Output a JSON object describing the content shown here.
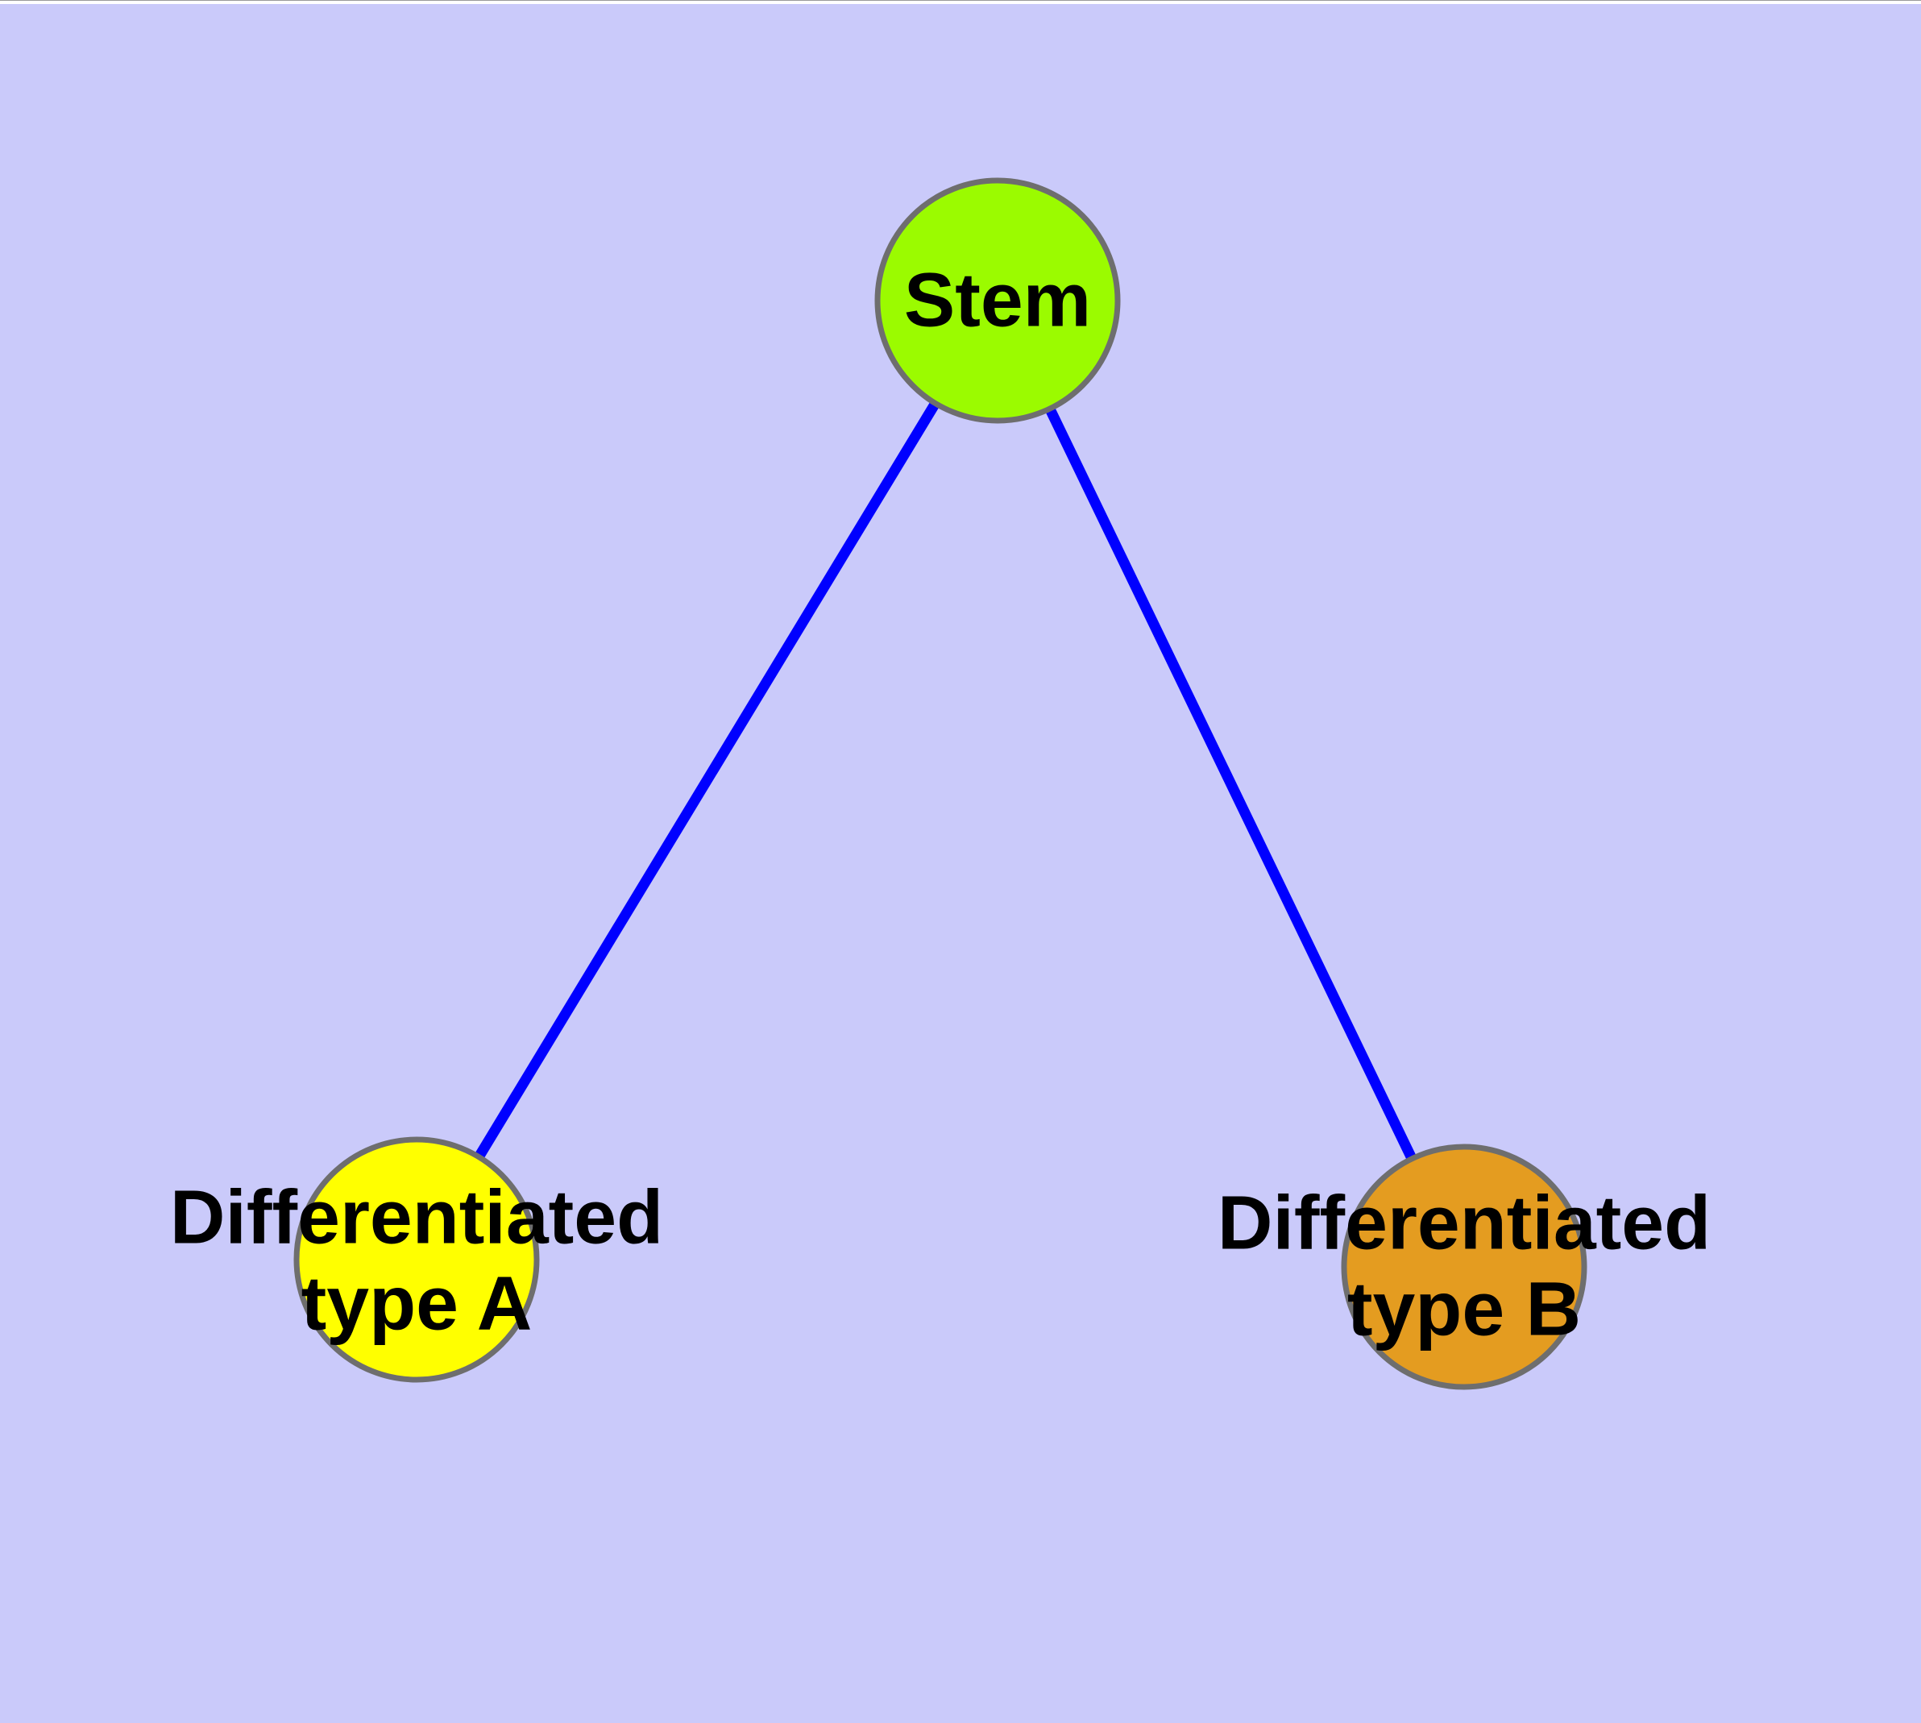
{
  "diagram": {
    "type": "node-link-graph",
    "background_color": "#CACAFA",
    "top_margin_color": "#FFFFFF",
    "text_color": "#000000",
    "node_border_color": "#6E6E6E",
    "nodes": [
      {
        "id": "stem",
        "label": "Stem",
        "fill": "#9BFB00",
        "border": "#6E6E6E"
      },
      {
        "id": "type-a",
        "label": "Differentiated\ntype A",
        "fill": "#FFFF00",
        "border": "#6E6E6E"
      },
      {
        "id": "type-b",
        "label": "Differentiated\ntype B",
        "fill": "#E49C20",
        "border": "#6E6E6E"
      }
    ],
    "edges": [
      {
        "from": "stem",
        "to": "type-a",
        "color": "#0000FF"
      },
      {
        "from": "stem",
        "to": "type-b",
        "color": "#0000FF"
      }
    ]
  }
}
